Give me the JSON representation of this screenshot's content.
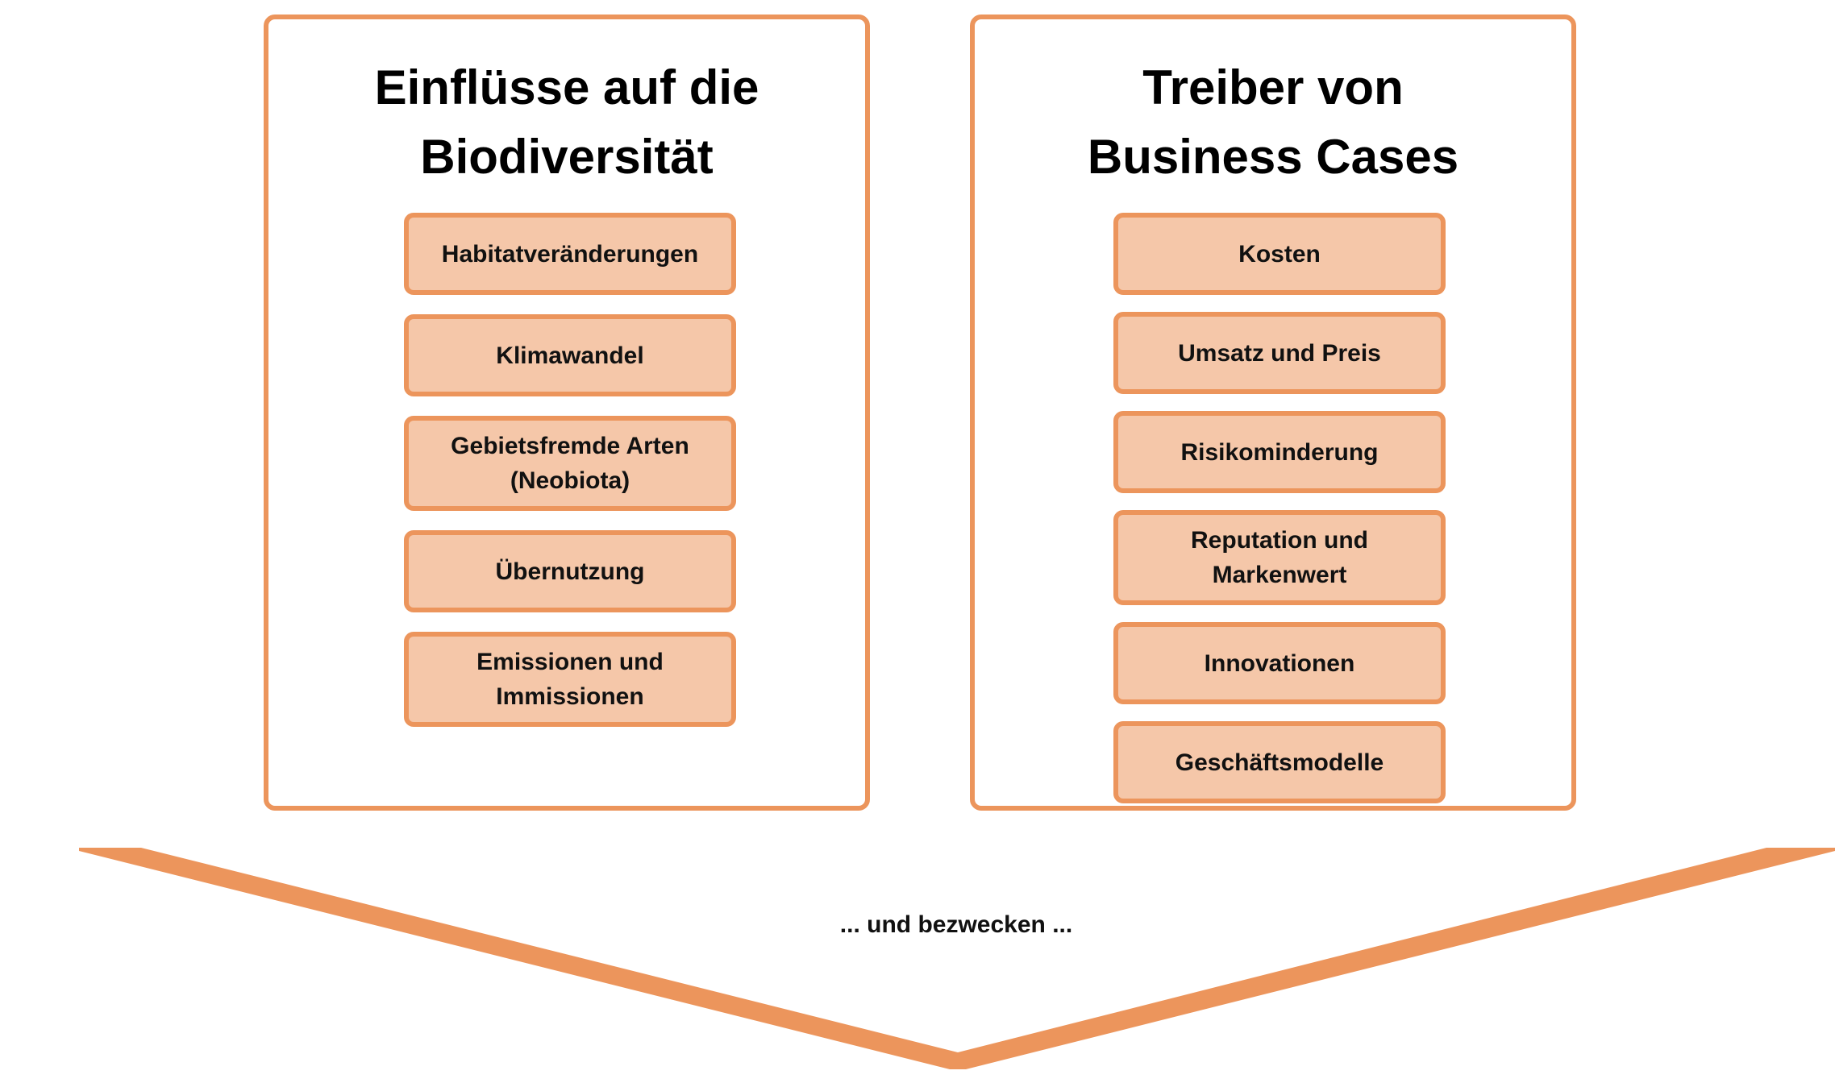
{
  "left_panel": {
    "title_lines": [
      "Einflüsse auf die",
      "Biodiversität"
    ],
    "items": [
      {
        "lines": [
          "Habitatveränderungen"
        ]
      },
      {
        "lines": [
          "Klimawandel"
        ]
      },
      {
        "lines": [
          "Gebietsfremde Arten",
          "(Neobiota)"
        ]
      },
      {
        "lines": [
          "Übernutzung"
        ]
      },
      {
        "lines": [
          "Emissionen und",
          "Immissionen"
        ]
      }
    ]
  },
  "right_panel": {
    "title_lines": [
      "Treiber von",
      "Business Cases"
    ],
    "items": [
      {
        "lines": [
          "Kosten"
        ]
      },
      {
        "lines": [
          "Umsatz und Preis"
        ]
      },
      {
        "lines": [
          "Risikominderung"
        ]
      },
      {
        "lines": [
          "Reputation und",
          "Markenwert"
        ]
      },
      {
        "lines": [
          "Innovationen"
        ]
      },
      {
        "lines": [
          "Geschäftsmodelle"
        ]
      }
    ]
  },
  "connector": {
    "text": "... und bezwecken ..."
  },
  "colors": {
    "accent": "#ec955c",
    "box_fill": "#f5c7a9",
    "text": "#111111",
    "background": "#ffffff"
  }
}
